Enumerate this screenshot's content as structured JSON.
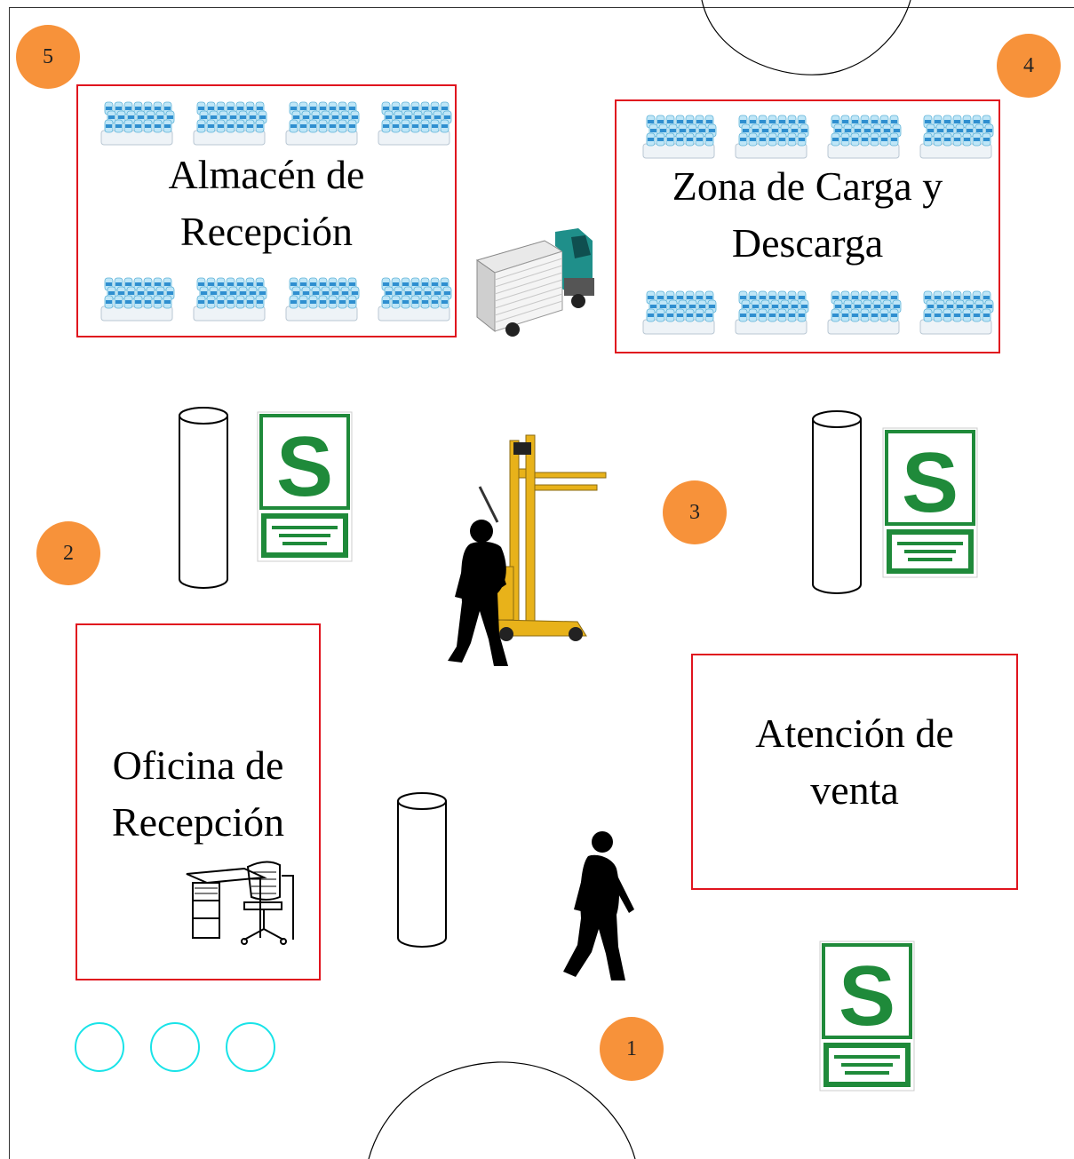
{
  "zones": {
    "reception_warehouse": {
      "line1": "Almacén de",
      "line2": "Recepción"
    },
    "loading_zone": {
      "line1": "Zona de Carga y",
      "line2": "Descarga"
    },
    "reception_office": {
      "line1": "Oficina de",
      "line2": "Recepción"
    },
    "sales_attention": {
      "line1": "Atención de",
      "line2": "venta"
    }
  },
  "markers": [
    "1",
    "2",
    "3",
    "4",
    "5"
  ],
  "colors": {
    "zone_border": "#e0141e",
    "marker_fill": "#f7923a",
    "sign_green": "#1f8a3a",
    "circle_cyan": "#19e3e8",
    "forklift_yellow": "#e8b21a",
    "truck_teal": "#1f8f8a"
  },
  "icons": [
    "water-pallet-icon",
    "truck-icon",
    "forklift-worker-icon",
    "walking-person-icon",
    "desk-chair-icon",
    "safe-zone-sign-icon",
    "column-icon",
    "door-arc-icon"
  ]
}
